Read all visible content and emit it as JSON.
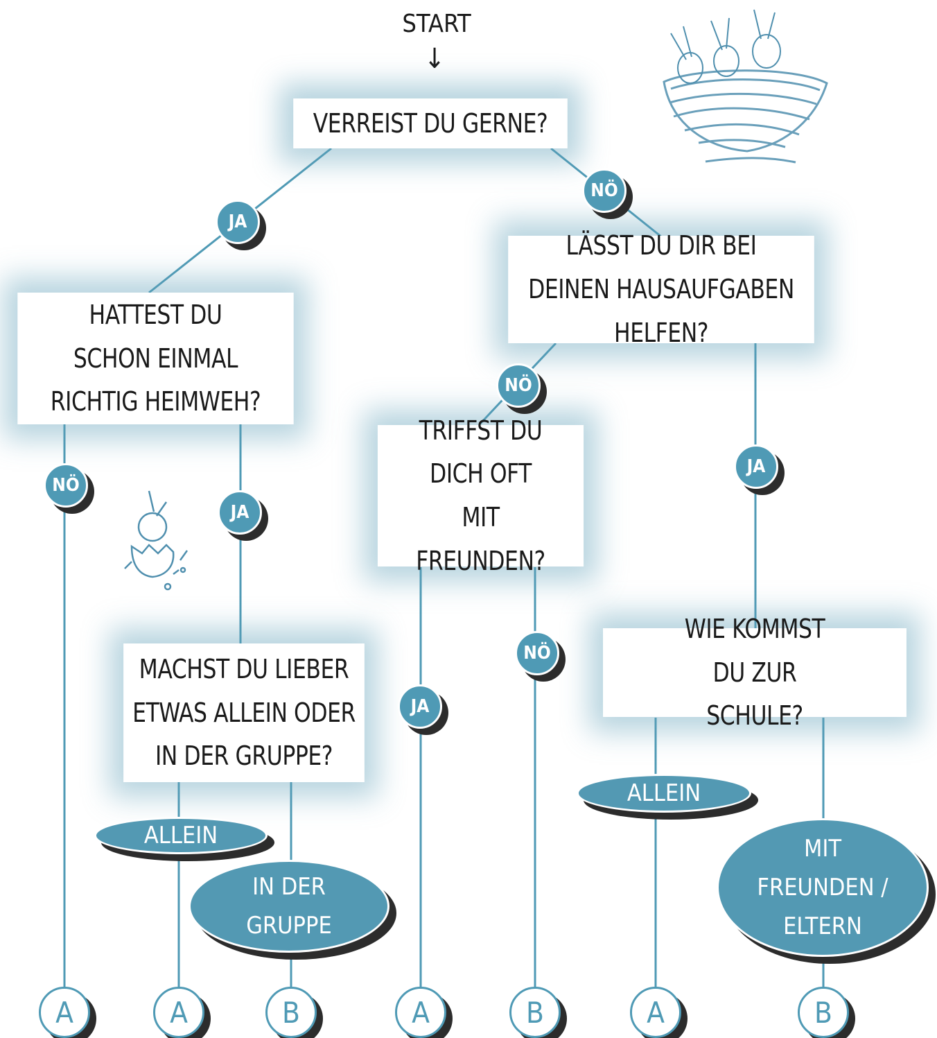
{
  "start": {
    "label": "START",
    "arrow": "↓"
  },
  "questions": {
    "q1": "VERREIST DU GERNE?",
    "q2": "HATTEST DU SCHON EINMAL RICHTIG HEIMWEH?",
    "q3": "LÄSST DU DIR BEI DEINEN HAUSAUFGABEN HELFEN?",
    "q4": "TRIFFST DU DICH OFT MIT FREUNDEN?",
    "q5": "MACHST DU LIEBER ETWAS ALLEIN ODER IN DER GRUPPE?",
    "q6": "WIE KOMMST DU ZUR SCHULE?"
  },
  "answers": {
    "q1_ja": "JA",
    "q1_no": "Nö",
    "q2_no": "Nö",
    "q2_ja": "JA",
    "q3_no": "Nö",
    "q3_ja": "JA",
    "q4_ja": "JA",
    "q4_no": "Nö",
    "q5_allein": "ALLEIN",
    "q5_gruppe": "IN DER GRUPPE",
    "q6_allein": "ALLEIN",
    "q6_mit": "MIT FREUNDEN / ELTERN"
  },
  "results": [
    "A",
    "A",
    "B",
    "A",
    "B",
    "A",
    "B"
  ],
  "colors": {
    "accent": "#4f9ab5",
    "shadow": "#2c2c2c",
    "glow": "#60a0b9"
  },
  "illustrations": [
    "bunnies-in-nest-drawing",
    "chick-in-egg-drawing"
  ]
}
